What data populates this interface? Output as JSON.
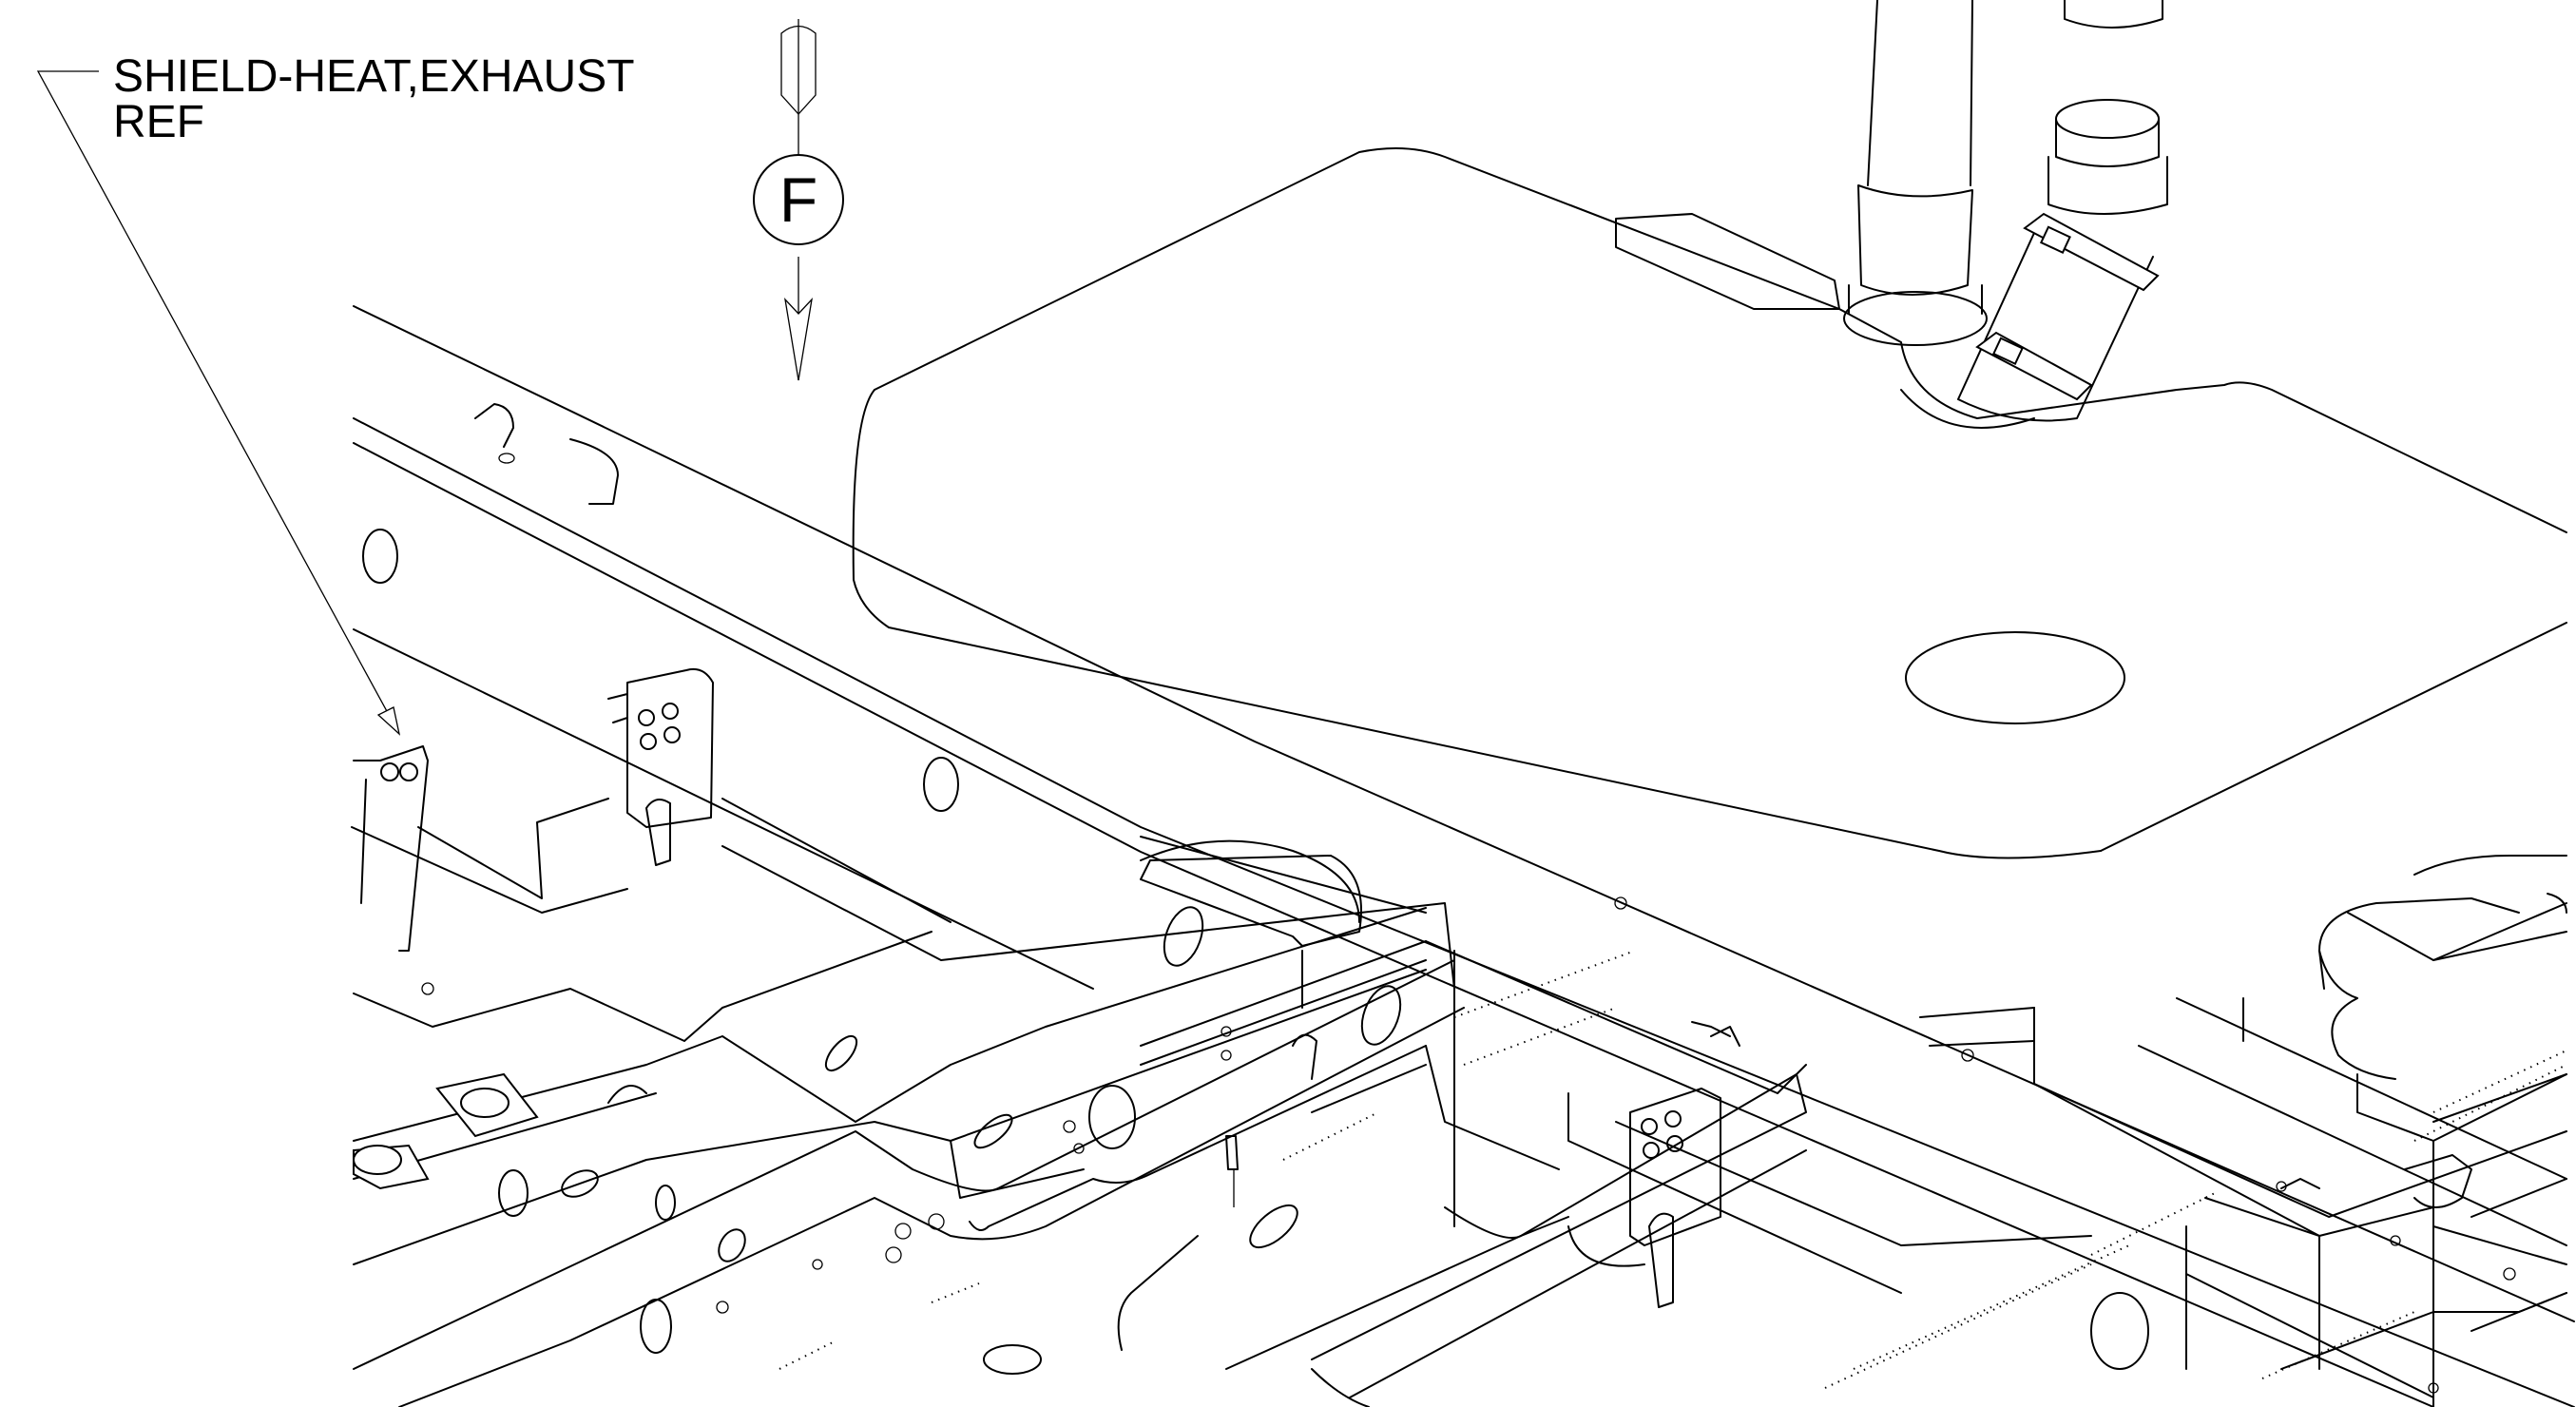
{
  "callout": {
    "line1": "SHIELD-HEAT,EXHAUST",
    "line2": "REF"
  },
  "view_marker": {
    "letter": "F"
  }
}
